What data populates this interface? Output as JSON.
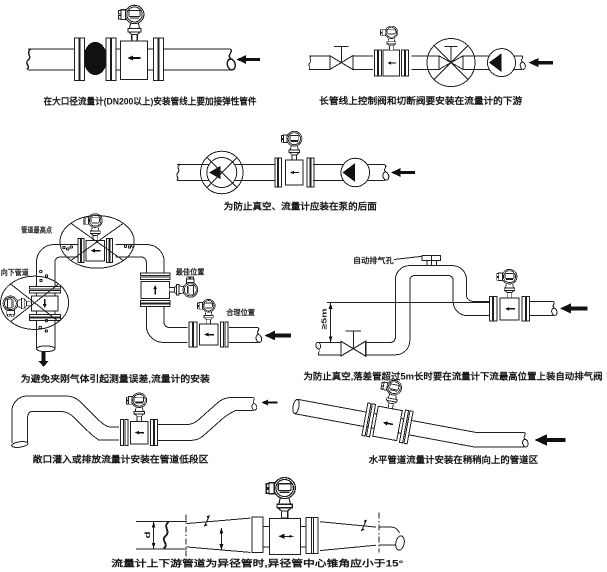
{
  "page": {
    "background_color": "#ffffff",
    "line_color": "#1f1f1f"
  },
  "diagrams": [
    {
      "id": "elastic-fitting",
      "caption": "在大口径流量计(DN200以上)安装管线上要加接弹性管件"
    },
    {
      "id": "valves-downstream",
      "caption": "长管线上控制阀和切断阀要安装在流量计的下游"
    },
    {
      "id": "meter-after-pump",
      "caption": "为防止真空、流量计应装在泵的后面"
    },
    {
      "id": "avoid-entrained-gas",
      "caption": "为避免夹刚气体引起测量误差,流量计的安装",
      "labels": {
        "highest_point": "管道最高点",
        "downward_pipe": "向下管道",
        "best_position": "最佳位置",
        "reasonable_position": "合理位置"
      }
    },
    {
      "id": "auto-exhaust-valve",
      "caption": "为防止真空,落差管超过5m长时要在流量计下流最高位置上装自动排气阀",
      "labels": {
        "vent": "自动排气孔",
        "drop_height": "≥5m"
      }
    },
    {
      "id": "low-section",
      "caption": "敞口灌入或排放流量计安装在管道低段区"
    },
    {
      "id": "upward-slope",
      "caption": "水平管道流量计安装在稍稍向上的管道区"
    },
    {
      "id": "reducer-cone-angle",
      "caption": "流量计上下游管道为异径管时,异径管中心锥角应小于15°",
      "labels": {
        "diameter": "d"
      }
    }
  ]
}
